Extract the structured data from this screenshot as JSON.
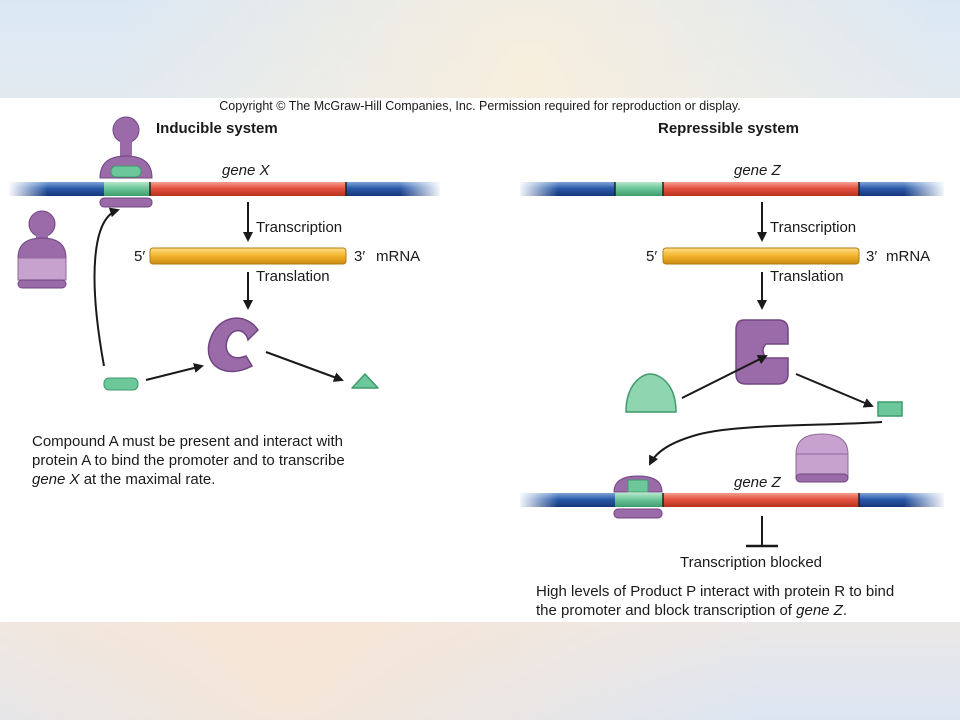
{
  "copyright": "Copyright © The McGraw-Hill Companies, Inc. Permission required for reproduction or display.",
  "inducible": {
    "heading": "Inducible system",
    "gene": "gene X",
    "transcription": "Transcription",
    "five_prime": "5′",
    "three_prime": "3′",
    "mrna": "mRNA",
    "translation": "Translation",
    "caption_1": "Compound A must be present and interact with",
    "caption_2": "protein A to bind the promoter and to transcribe",
    "caption_3_gene": "gene X",
    "caption_3_rest": " at the maximal rate."
  },
  "repressible": {
    "heading": "Repressible system",
    "gene_top": "gene Z",
    "transcription": "Transcription",
    "five_prime": "5′",
    "three_prime": "3′",
    "mrna": "mRNA",
    "translation": "Translation",
    "gene_bottom": "gene Z",
    "blocked": "Transcription blocked",
    "caption_1": "High levels of Product P interact with protein R to bind",
    "caption_2_pre": "the promoter and block transcription of ",
    "caption_2_gene": "gene Z",
    "caption_2_end": "."
  },
  "colors": {
    "dna_blue": "#1f4f9e",
    "gene_red": "#e5523f",
    "promoter_green": "#6cc89a",
    "mrna_yellow": "#f3b32a",
    "protein_purple": "#9b6aa8",
    "protein_light": "#c7a2cf"
  }
}
